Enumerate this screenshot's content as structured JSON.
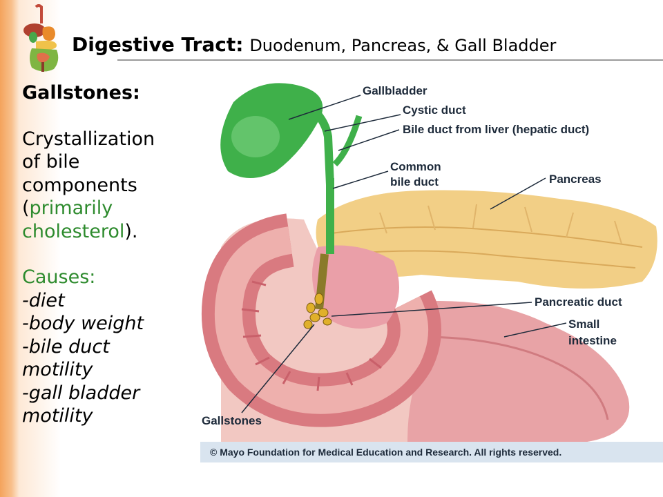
{
  "slide": {
    "title_bold": "Digestive Tract:",
    "title_rest": "Duodenum, Pancreas, & Gall Bladder"
  },
  "text": {
    "heading": "Gallstones:",
    "definition_line1": "Crystallization",
    "definition_line2": "of bile",
    "definition_line3": "components",
    "paren_open": "(",
    "primarily": "primarily",
    "cholesterol": "cholesterol",
    "paren_close": ").",
    "causes_label": "Causes:",
    "cause1": "-diet",
    "cause2": "-body weight",
    "cause3_line1": "-bile duct",
    "cause3_line2": "motility",
    "cause4_line1": "-gall bladder",
    "cause4_line2": "motility"
  },
  "figure": {
    "labels": {
      "gallbladder": "Gallbladder",
      "cystic_duct": "Cystic duct",
      "hepatic_duct": "Bile duct from liver (hepatic duct)",
      "common_bile_duct_1": "Common",
      "common_bile_duct_2": "bile duct",
      "pancreas": "Pancreas",
      "pancreatic_duct": "Pancreatic duct",
      "small_intestine_1": "Small",
      "small_intestine_2": "intestine",
      "gallstones": "Gallstones"
    },
    "credit": "© Mayo Foundation for Medical Education and Research.  All rights reserved."
  },
  "colors": {
    "accent_orange": "#f4a35c",
    "green_text": "#2e8b2e",
    "gallbladder_green": "#3fb04a",
    "pancreas_yellow": "#f2cf86",
    "intestine_pink": "#e7928f"
  }
}
